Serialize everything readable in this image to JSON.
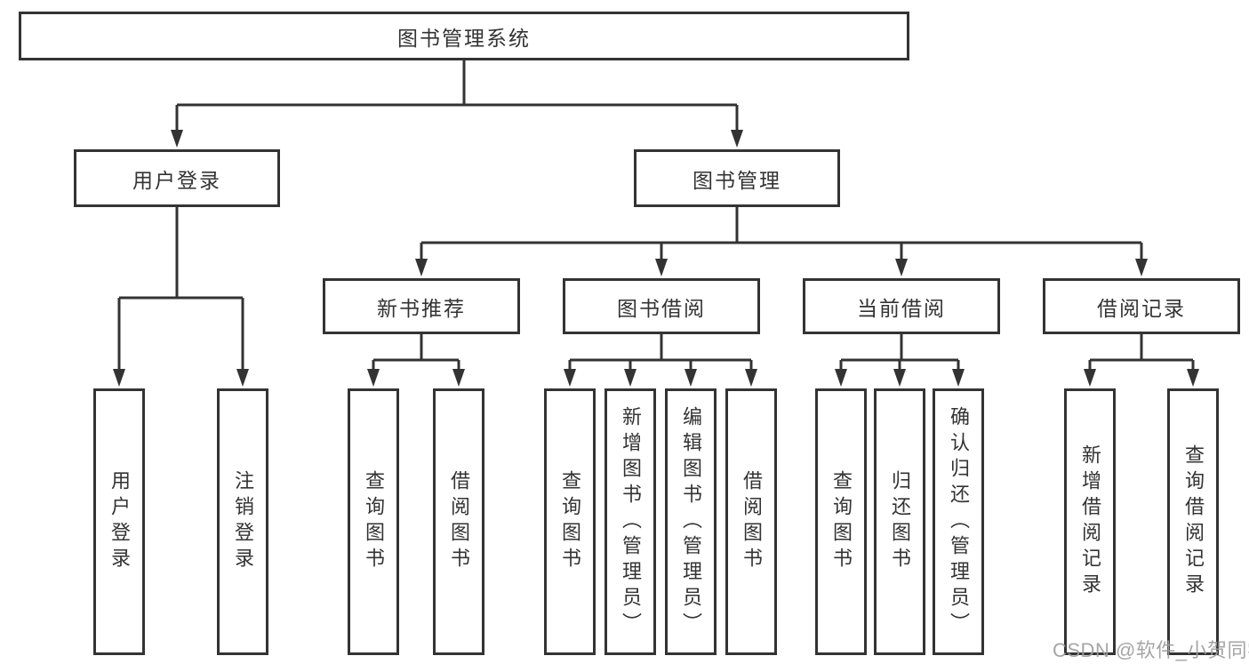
{
  "tree": {
    "root": "图书管理系统",
    "branches": [
      {
        "label": "用户登录",
        "children": [
          "用户登录",
          "注销登录"
        ]
      },
      {
        "label": "图书管理",
        "sections": [
          {
            "label": "新书推荐",
            "children": [
              "查询图书",
              "借阅图书"
            ]
          },
          {
            "label": "图书借阅",
            "children": [
              "查询图书",
              "新增图书（管理员）",
              "编辑图书（管理员）",
              "借阅图书"
            ]
          },
          {
            "label": "当前借阅",
            "children": [
              "查询图书",
              "归还图书",
              "确认归还（管理员）"
            ]
          },
          {
            "label": "借阅记录",
            "children": [
              "新增借阅记录",
              "查询借阅记录"
            ]
          }
        ]
      }
    ]
  },
  "watermark": {
    "text": "CSDN @软件_小贺同学"
  },
  "colors": {
    "line": "#333333",
    "box_border": "#333333",
    "text": "#333333",
    "background": "#ffffff",
    "watermark": "#9e9e9e"
  }
}
